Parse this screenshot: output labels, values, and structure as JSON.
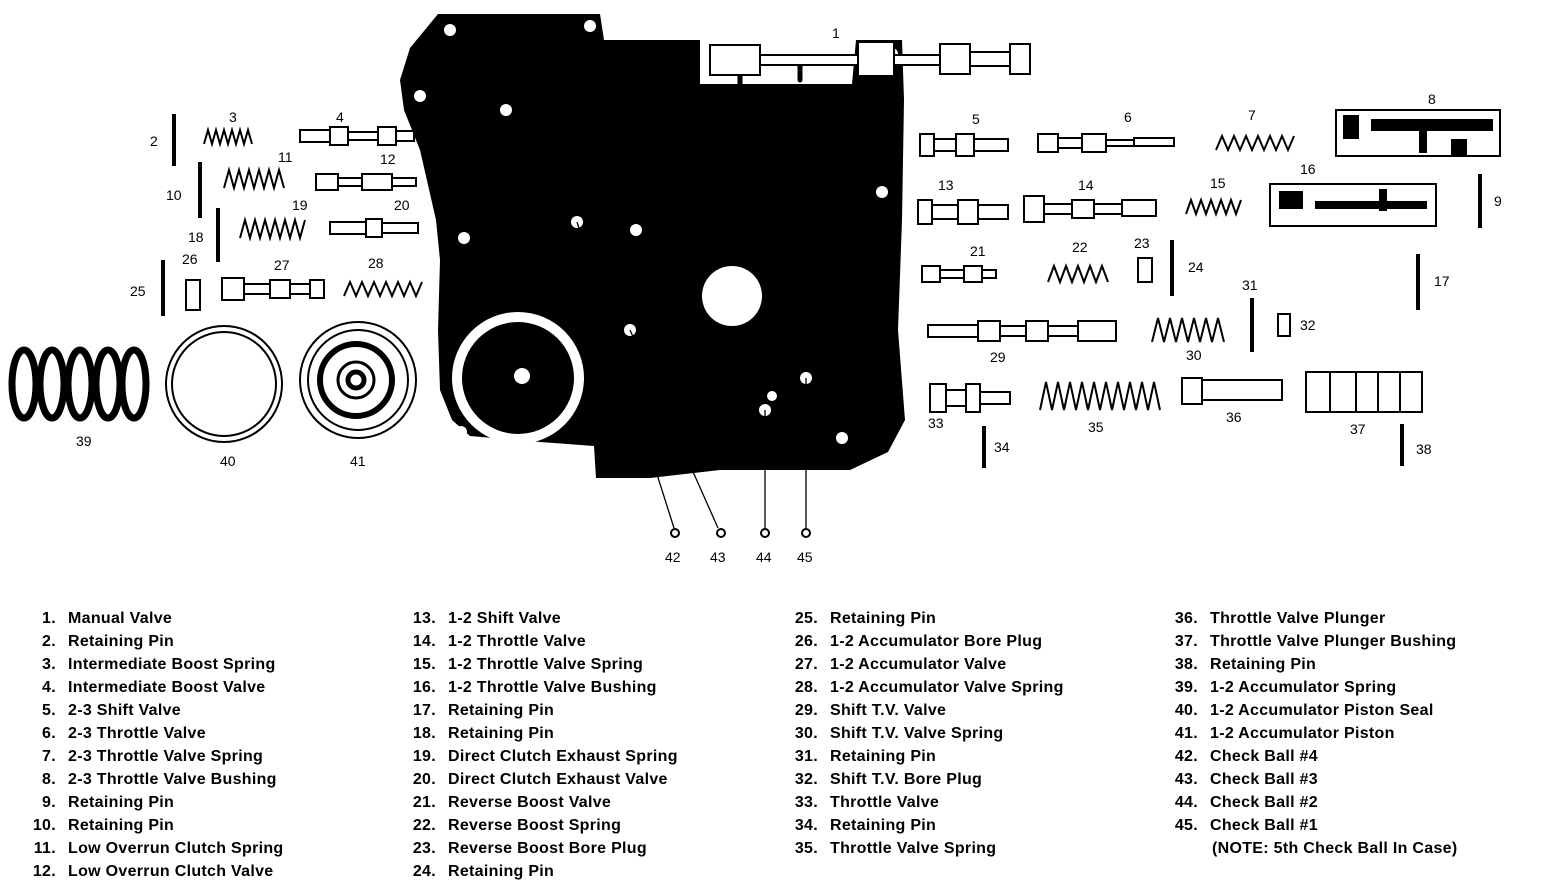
{
  "callouts": {
    "c1": "1",
    "c2": "2",
    "c3": "3",
    "c4": "4",
    "c5": "5",
    "c6": "6",
    "c7": "7",
    "c8": "8",
    "c9": "9",
    "c10": "10",
    "c11": "11",
    "c12": "12",
    "c13": "13",
    "c14": "14",
    "c15": "15",
    "c16": "16",
    "c17": "17",
    "c18": "18",
    "c19": "19",
    "c20": "20",
    "c21": "21",
    "c22": "22",
    "c23": "23",
    "c24": "24",
    "c25": "25",
    "c26": "26",
    "c27": "27",
    "c28": "28",
    "c29": "29",
    "c30": "30",
    "c31": "31",
    "c32": "32",
    "c33": "33",
    "c34": "34",
    "c35": "35",
    "c36": "36",
    "c37": "37",
    "c38": "38",
    "c39": "39",
    "c40": "40",
    "c41": "41",
    "c42": "42",
    "c43": "43",
    "c44": "44",
    "c45": "45"
  },
  "legend": {
    "col1": [
      {
        "num": "1.",
        "name": "Manual Valve"
      },
      {
        "num": "2.",
        "name": "Retaining Pin"
      },
      {
        "num": "3.",
        "name": "Intermediate Boost Spring"
      },
      {
        "num": "4.",
        "name": "Intermediate Boost Valve"
      },
      {
        "num": "5.",
        "name": "2-3 Shift Valve"
      },
      {
        "num": "6.",
        "name": "2-3 Throttle Valve"
      },
      {
        "num": "7.",
        "name": "2-3 Throttle Valve Spring"
      },
      {
        "num": "8.",
        "name": "2-3 Throttle Valve Bushing"
      },
      {
        "num": "9.",
        "name": "Retaining Pin"
      },
      {
        "num": "10.",
        "name": "Retaining Pin"
      },
      {
        "num": "11.",
        "name": "Low Overrun Clutch Spring"
      },
      {
        "num": "12.",
        "name": "Low Overrun Clutch Valve"
      }
    ],
    "col2": [
      {
        "num": "13.",
        "name": "1-2 Shift Valve"
      },
      {
        "num": "14.",
        "name": "1-2 Throttle Valve"
      },
      {
        "num": "15.",
        "name": "1-2 Throttle Valve Spring"
      },
      {
        "num": "16.",
        "name": "1-2 Throttle Valve Bushing"
      },
      {
        "num": "17.",
        "name": "Retaining Pin"
      },
      {
        "num": "18.",
        "name": "Retaining Pin"
      },
      {
        "num": "19.",
        "name": "Direct Clutch Exhaust Spring"
      },
      {
        "num": "20.",
        "name": "Direct Clutch Exhaust Valve"
      },
      {
        "num": "21.",
        "name": "Reverse Boost Valve"
      },
      {
        "num": "22.",
        "name": "Reverse Boost Spring"
      },
      {
        "num": "23.",
        "name": "Reverse Boost Bore Plug"
      },
      {
        "num": "24.",
        "name": "Retaining Pin"
      }
    ],
    "col3": [
      {
        "num": "25.",
        "name": "Retaining Pin"
      },
      {
        "num": "26.",
        "name": "1-2 Accumulator Bore Plug"
      },
      {
        "num": "27.",
        "name": "1-2 Accumulator Valve"
      },
      {
        "num": "28.",
        "name": "1-2 Accumulator Valve Spring"
      },
      {
        "num": "29.",
        "name": "Shift T.V. Valve"
      },
      {
        "num": "30.",
        "name": "Shift T.V. Valve Spring"
      },
      {
        "num": "31.",
        "name": "Retaining Pin"
      },
      {
        "num": "32.",
        "name": "Shift T.V. Bore Plug"
      },
      {
        "num": "33.",
        "name": "Throttle Valve"
      },
      {
        "num": "34.",
        "name": "Retaining Pin"
      },
      {
        "num": "35.",
        "name": "Throttle Valve Spring"
      }
    ],
    "col4": [
      {
        "num": "36.",
        "name": "Throttle Valve Plunger"
      },
      {
        "num": "37.",
        "name": "Throttle Valve Plunger Bushing"
      },
      {
        "num": "38.",
        "name": "Retaining Pin"
      },
      {
        "num": "39.",
        "name": "1-2 Accumulator Spring"
      },
      {
        "num": "40.",
        "name": "1-2 Accumulator Piston Seal"
      },
      {
        "num": "41.",
        "name": "1-2 Accumulator Piston"
      },
      {
        "num": "42.",
        "name": "Check Ball #4"
      },
      {
        "num": "43.",
        "name": "Check Ball #3"
      },
      {
        "num": "44.",
        "name": "Check Ball #2"
      },
      {
        "num": "45.",
        "name": "Check Ball #1"
      }
    ],
    "note": "(NOTE: 5th Check Ball In Case)"
  }
}
